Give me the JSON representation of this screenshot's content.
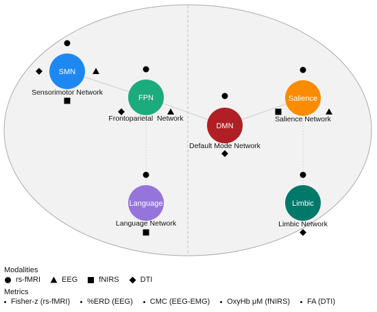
{
  "nodes": [
    {
      "id": "smn",
      "abbr": "SMN",
      "label": "Sensorimotor Network",
      "color": "#1e88f2",
      "markers": [
        "circle",
        "diamond",
        "triangle",
        "square"
      ]
    },
    {
      "id": "fpn",
      "abbr": "FPN",
      "label": "Frontoparietal  Network",
      "color": "#1cab7c",
      "markers": [
        "circle",
        "diamond",
        "triangle"
      ]
    },
    {
      "id": "dmn",
      "abbr": "DMN",
      "label": "Default Mode Network",
      "color": "#b01f24",
      "markers": [
        "circle",
        "diamond"
      ]
    },
    {
      "id": "salience",
      "abbr": "Salience",
      "label": "Salience Network",
      "color": "#fb8c00",
      "markers": [
        "circle",
        "square",
        "triangle"
      ]
    },
    {
      "id": "language",
      "abbr": "Language",
      "label": "Language Network",
      "color": "#9575db",
      "markers": [
        "circle",
        "square"
      ]
    },
    {
      "id": "limbic",
      "abbr": "Limbic",
      "label": "Limbic Network",
      "color": "#00796b",
      "markers": [
        "circle",
        "diamond"
      ]
    }
  ],
  "edges": [
    {
      "from": "smn",
      "to": "fpn",
      "style": "solid"
    },
    {
      "from": "fpn",
      "to": "dmn",
      "style": "solid"
    },
    {
      "from": "dmn",
      "to": "salience",
      "style": "solid"
    },
    {
      "from": "fpn",
      "to": "language",
      "style": "dotted"
    },
    {
      "from": "salience",
      "to": "limbic",
      "style": "dotted"
    }
  ],
  "colors": {
    "ellipse_fill": "#f2f2f2",
    "ellipse_stroke": "#a9a9a9",
    "edge": "#cccccc"
  },
  "legend": {
    "modalities_title": "Modalities",
    "modalities": [
      {
        "marker": "circle",
        "label": "rs-fMRI"
      },
      {
        "marker": "triangle",
        "label": "EEG"
      },
      {
        "marker": "square",
        "label": "fNIRS"
      },
      {
        "marker": "diamond",
        "label": "DTI"
      }
    ],
    "metrics_title": "Metrics",
    "metrics": [
      "Fisher-z (rs-fMRI)",
      "%ERD (EEG)",
      "CMC (EEG-EMG)",
      "OxyHb μM (fNIRS)",
      "FA (DTI)"
    ]
  }
}
